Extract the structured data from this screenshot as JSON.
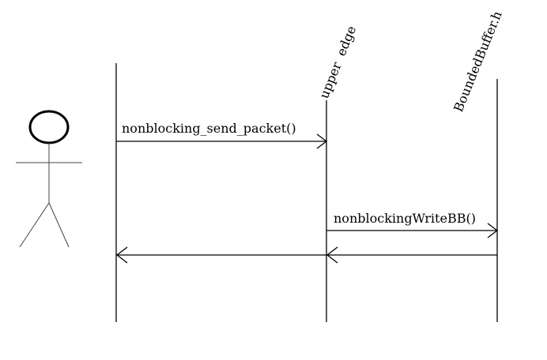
{
  "lifelines": [
    {
      "id": "actor",
      "label": ""
    },
    {
      "id": "upper",
      "label": "upper  edge"
    },
    {
      "id": "bb",
      "label": "BoundedBuffer.h"
    }
  ],
  "messages": [
    {
      "label": "nonblocking_send_packet()",
      "from": "actor",
      "to": "upper"
    },
    {
      "label": "nonblockingWriteBB()",
      "from": "upper",
      "to": "bb"
    },
    {
      "label": "",
      "from": "bb",
      "to": "upper"
    },
    {
      "label": "",
      "from": "upper",
      "to": "actor"
    }
  ]
}
